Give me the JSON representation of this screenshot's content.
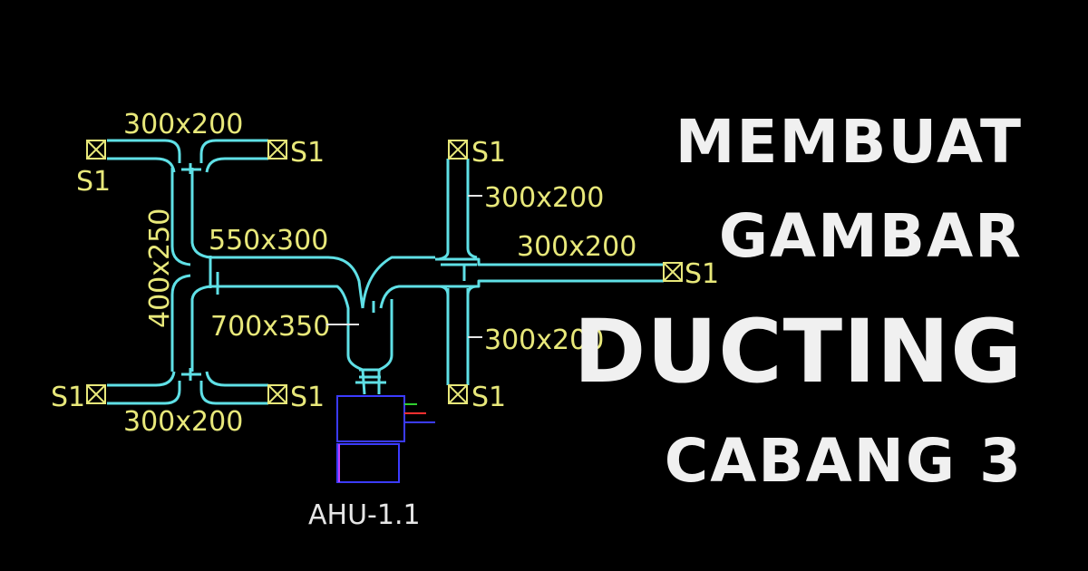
{
  "title": {
    "line1": "MEMBUAT",
    "line2": "GAMBAR",
    "line3": "DUCTING",
    "line4": "CABANG 3"
  },
  "diagram": {
    "labels": {
      "tl_branch": "300x200",
      "bl_branch": "300x200",
      "left_riser": "400x250",
      "main_upper": "550x300",
      "main_lower": "700x350",
      "right_up": "300x200",
      "right_mid": "300x200",
      "right_down": "300x200"
    },
    "outlet_label": "S1",
    "ahu_label": "AHU-1.1"
  },
  "colors": {
    "background": "#000000",
    "duct": "#5fe0e6",
    "label": "#e8e87a",
    "ahu_blue": "#3b3bff",
    "ahu_magenta": "#c040ff",
    "pipe_red": "#ff3030",
    "pipe_green": "#30d030",
    "title": "#f0f0f0"
  }
}
